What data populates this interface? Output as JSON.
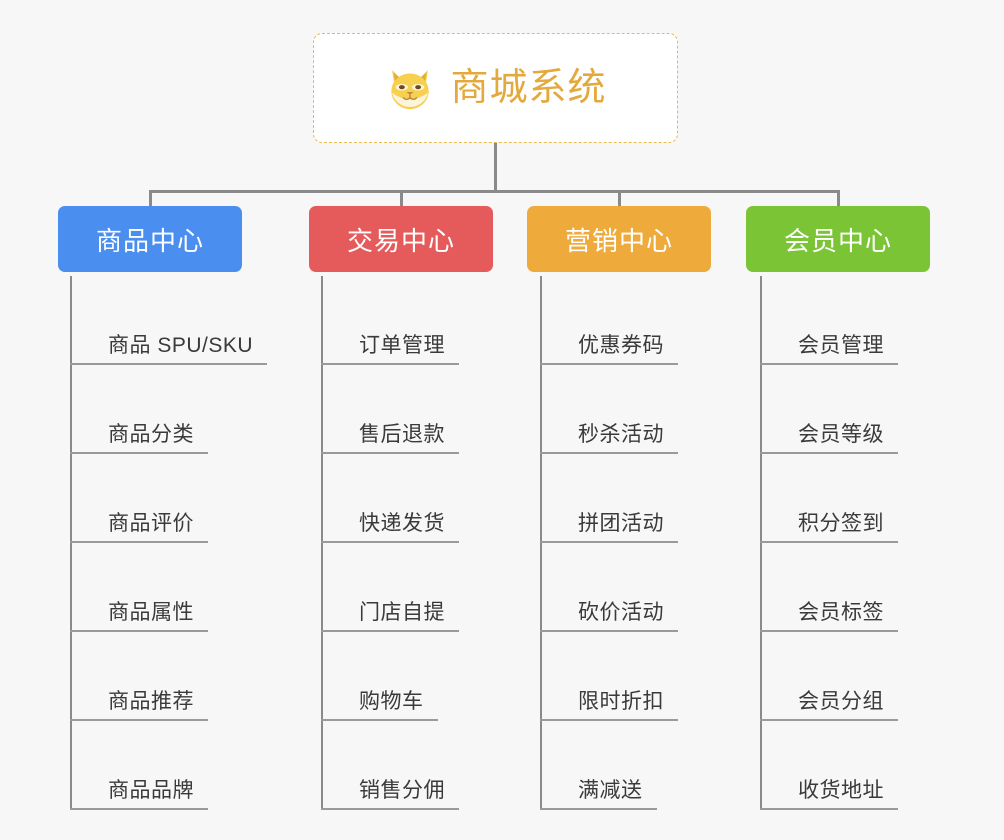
{
  "page": {
    "background_color": "#f7f7f7",
    "type": "org-chart"
  },
  "root": {
    "title": "商城系统",
    "icon": "shiba-dog-icon",
    "border_color": "#edb94a",
    "text_color": "#e3a93c",
    "background_color": "#ffffff"
  },
  "connector": {
    "color": "#8a8a8a"
  },
  "columns": [
    {
      "header": "商品中心",
      "color": "#4a8ef0",
      "items": [
        "商品 SPU/SKU",
        "商品分类",
        "商品评价",
        "商品属性",
        "商品推荐",
        "商品品牌"
      ]
    },
    {
      "header": "交易中心",
      "color": "#e55b5b",
      "items": [
        "订单管理",
        "售后退款",
        "快递发货",
        "门店自提",
        "购物车",
        "销售分佣"
      ]
    },
    {
      "header": "营销中心",
      "color": "#eeab3c",
      "items": [
        "优惠券码",
        "秒杀活动",
        "拼团活动",
        "砍价活动",
        "限时折扣",
        "满减送"
      ]
    },
    {
      "header": "会员中心",
      "color": "#7ac436",
      "items": [
        "会员管理",
        "会员等级",
        "积分签到",
        "会员标签",
        "会员分组",
        "收货地址"
      ]
    }
  ]
}
